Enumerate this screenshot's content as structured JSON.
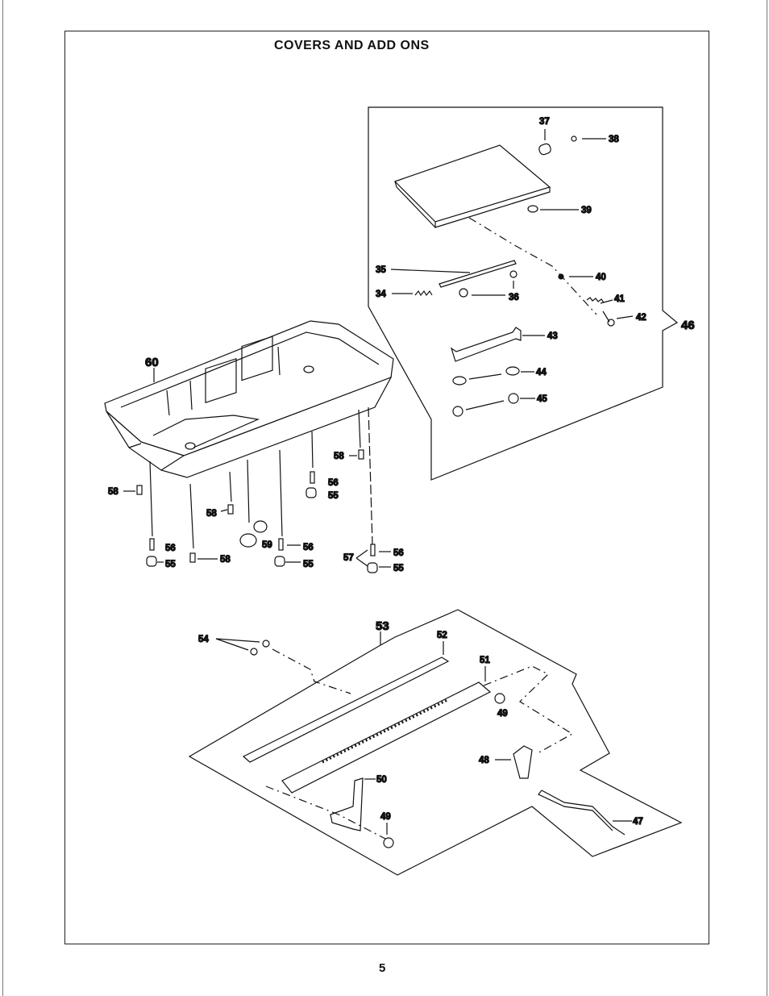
{
  "page": {
    "title": "COVERS AND ADD ONS",
    "page_number": "5"
  },
  "callouts": {
    "c34": "34",
    "c35": "35",
    "c36": "36",
    "c37": "37",
    "c38": "38",
    "c39": "39",
    "c40": "40",
    "c41": "41",
    "c42": "42",
    "c43": "43",
    "c44": "44",
    "c45": "45",
    "c46": "46",
    "c47": "47",
    "c48": "48",
    "c49a": "49",
    "c49b": "49",
    "c50": "50",
    "c51": "51",
    "c52": "52",
    "c53": "53",
    "c54": "54",
    "c55a": "55",
    "c55b": "55",
    "c55c": "55",
    "c55d": "55",
    "c56a": "56",
    "c56b": "56",
    "c56c": "56",
    "c56d": "56",
    "c57": "57",
    "c58a": "58",
    "c58b": "58",
    "c58c": "58",
    "c58d": "58",
    "c59": "59",
    "c60": "60"
  },
  "colors": {
    "ink": "#111111",
    "paper": "#ffffff"
  }
}
